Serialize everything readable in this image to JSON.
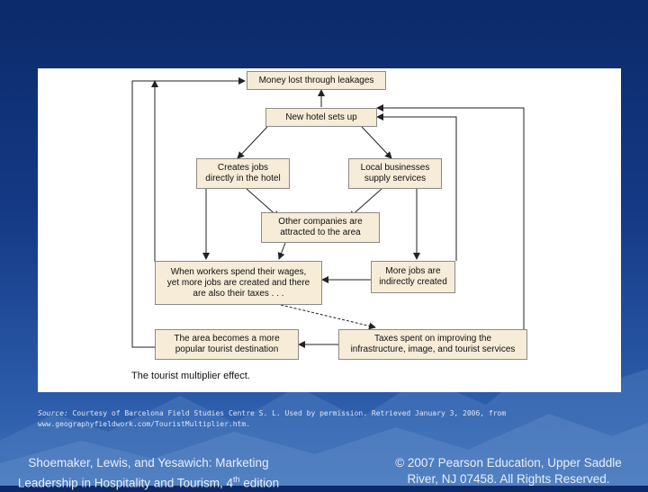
{
  "diagram": {
    "boxes": {
      "money_lost": "Money lost through leakages",
      "new_hotel": "New hotel sets up",
      "creates_jobs": "Creates jobs\ndirectly in the hotel",
      "local_businesses": "Local businesses\nsupply services",
      "other_companies": "Other companies are\nattracted to the area",
      "workers_spend": "When workers spend their wages,\nyet more jobs are created and there\nare also their taxes . . .",
      "more_jobs": "More jobs are\nindirectly created",
      "tourist_destination": "The area becomes a more\npopular tourist destination",
      "taxes_spent": "Taxes spent on improving the\ninfrastructure, image, and tourist services"
    },
    "caption": "The tourist multiplier effect."
  },
  "source": {
    "label": "Source:",
    "text": "Courtesy of Barcelona Field Studies Centre S. L. Used by permission. Retrieved January 3, 2006, from www.geographyfieldwork.com/TouristMultiplier.htm."
  },
  "footer": {
    "left_line1": "Shoemaker, Lewis, and Yesawich: Marketing",
    "left_line2_pre": "Leadership in Hospitality and Tourism, 4",
    "left_line2_sup": "th",
    "left_line2_post": " edition",
    "right_line1": "© 2007 Pearson Education, Upper Saddle",
    "right_line2": "River, NJ 07458. All Rights Reserved."
  }
}
